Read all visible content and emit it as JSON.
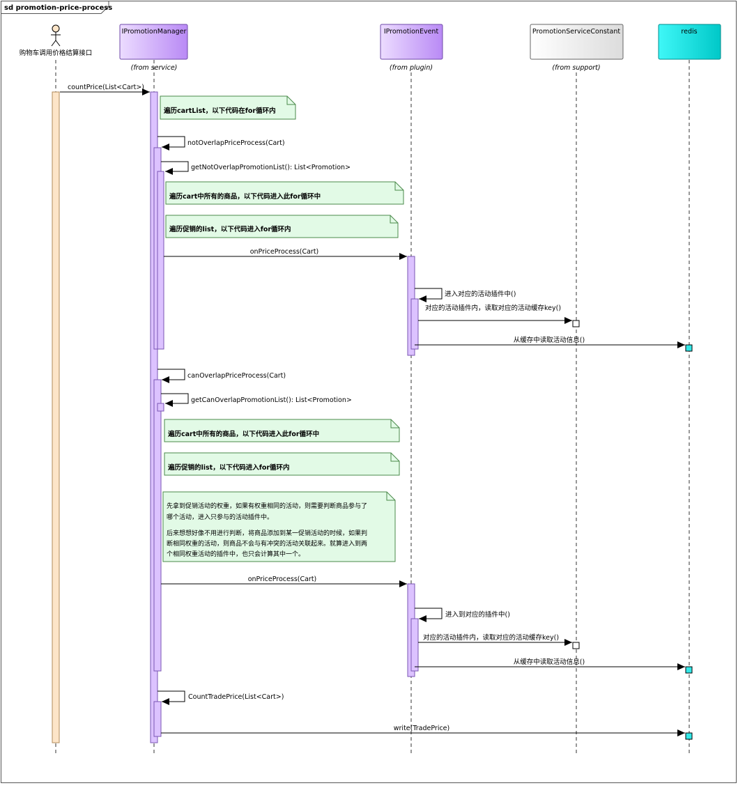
{
  "frame_title": "sd promotion-price-process",
  "actor": {
    "name": "购物车调用价格结算接口"
  },
  "participants": [
    {
      "id": "mgr",
      "name": "IPromotionManager",
      "from": "(from service)"
    },
    {
      "id": "evt",
      "name": "IPromotionEvent",
      "from": "(from plugin)"
    },
    {
      "id": "const",
      "name": "PromotionServiceConstant",
      "from": "(from support)"
    },
    {
      "id": "redis",
      "name": "redis",
      "from": ""
    }
  ],
  "messages": {
    "count_price": "countPrice(List<Cart>)",
    "not_overlap": "notOverlapPriceProcess(Cart)",
    "get_not_overlap": "getNotOverlapPromotionList(): List<Promotion>",
    "on_price_1": "onPriceProcess(Cart)",
    "enter_plugin_1": "进入对应的活动插件中()",
    "cache_key_1": "对应的活动插件内，读取对应的活动缓存key()",
    "read_cache_1": "从缓存中读取活动信息()",
    "can_overlap": "canOverlapPriceProcess(Cart)",
    "get_can_overlap": "getCanOverlapPromotionList(): List<Promotion>",
    "on_price_2": "onPriceProcess(Cart)",
    "enter_plugin_2": "进入到对应的插件中()",
    "cache_key_2": "对应的活动插件内，读取对应的活动缓存key()",
    "read_cache_2": "从缓存中读取活动信息()",
    "count_trade": "CountTradePrice(List<Cart>)",
    "write": "write(TradePrice)"
  },
  "notes": {
    "n1": "遍历cartList，以下代码在for循环内",
    "n2": "遍历cart中所有的商品，以下代码进入此for循环中",
    "n3": "遍历促销的list，以下代码进入for循环内",
    "n4": "遍历cart中所有的商品，以下代码进入此for循环中",
    "n5": "遍历促销的list，以下代码进入for循环内",
    "n6_l1": "先拿到促销活动的权重，如果有权重相同的活动，则需要判断商品参与了",
    "n6_l2": "哪个活动，进入只参与的活动插件中。",
    "n6_l3": "后来想想好像不用进行判断，将商品添加到某一促销活动的时候，如果判",
    "n6_l4": "断相同权重的活动，则商品不会与有冲突的活动关联起来。就算进入到两",
    "n6_l5": "个相同权重活动的插件中，也只会计算其中一个。"
  },
  "colors": {
    "actor_activation": "#fde5c8",
    "manager_box": "#c8a0ff",
    "event_box": "#c8a0ff",
    "const_box": "#f4f4f4",
    "redis_box": "#00e8e8",
    "note_fill": "#e2fae6"
  }
}
